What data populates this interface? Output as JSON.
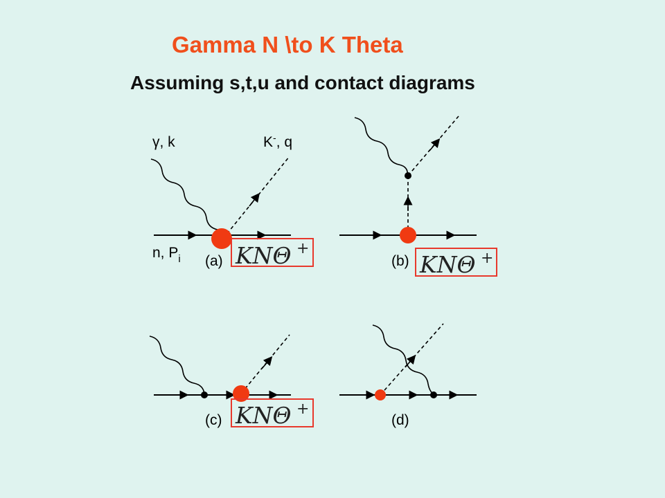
{
  "slide": {
    "title": "Gamma N \\to K Theta",
    "subtitle": "Assuming s,t,u and contact diagrams"
  },
  "labels": {
    "photon": "γ, k",
    "kaon_main": "K",
    "kaon_sup": "-",
    "kaon_rest": ", q",
    "nucleon_main": "n, P",
    "nucleon_sub": "i"
  },
  "diagrams": [
    {
      "id": "a",
      "caption": "(a)",
      "vertex_main": "KNΘ",
      "vertex_sup": "+"
    },
    {
      "id": "b",
      "caption": "(b)",
      "vertex_main": "KNΘ",
      "vertex_sup": "+"
    },
    {
      "id": "c",
      "caption": "(c)",
      "vertex_main": "KNΘ",
      "vertex_sup": "+"
    },
    {
      "id": "d",
      "caption": "(d)"
    }
  ],
  "colors": {
    "title": "#f04f1c",
    "vertex": "#f03a12",
    "box": "#e8382c",
    "background": "#dff3ef"
  }
}
